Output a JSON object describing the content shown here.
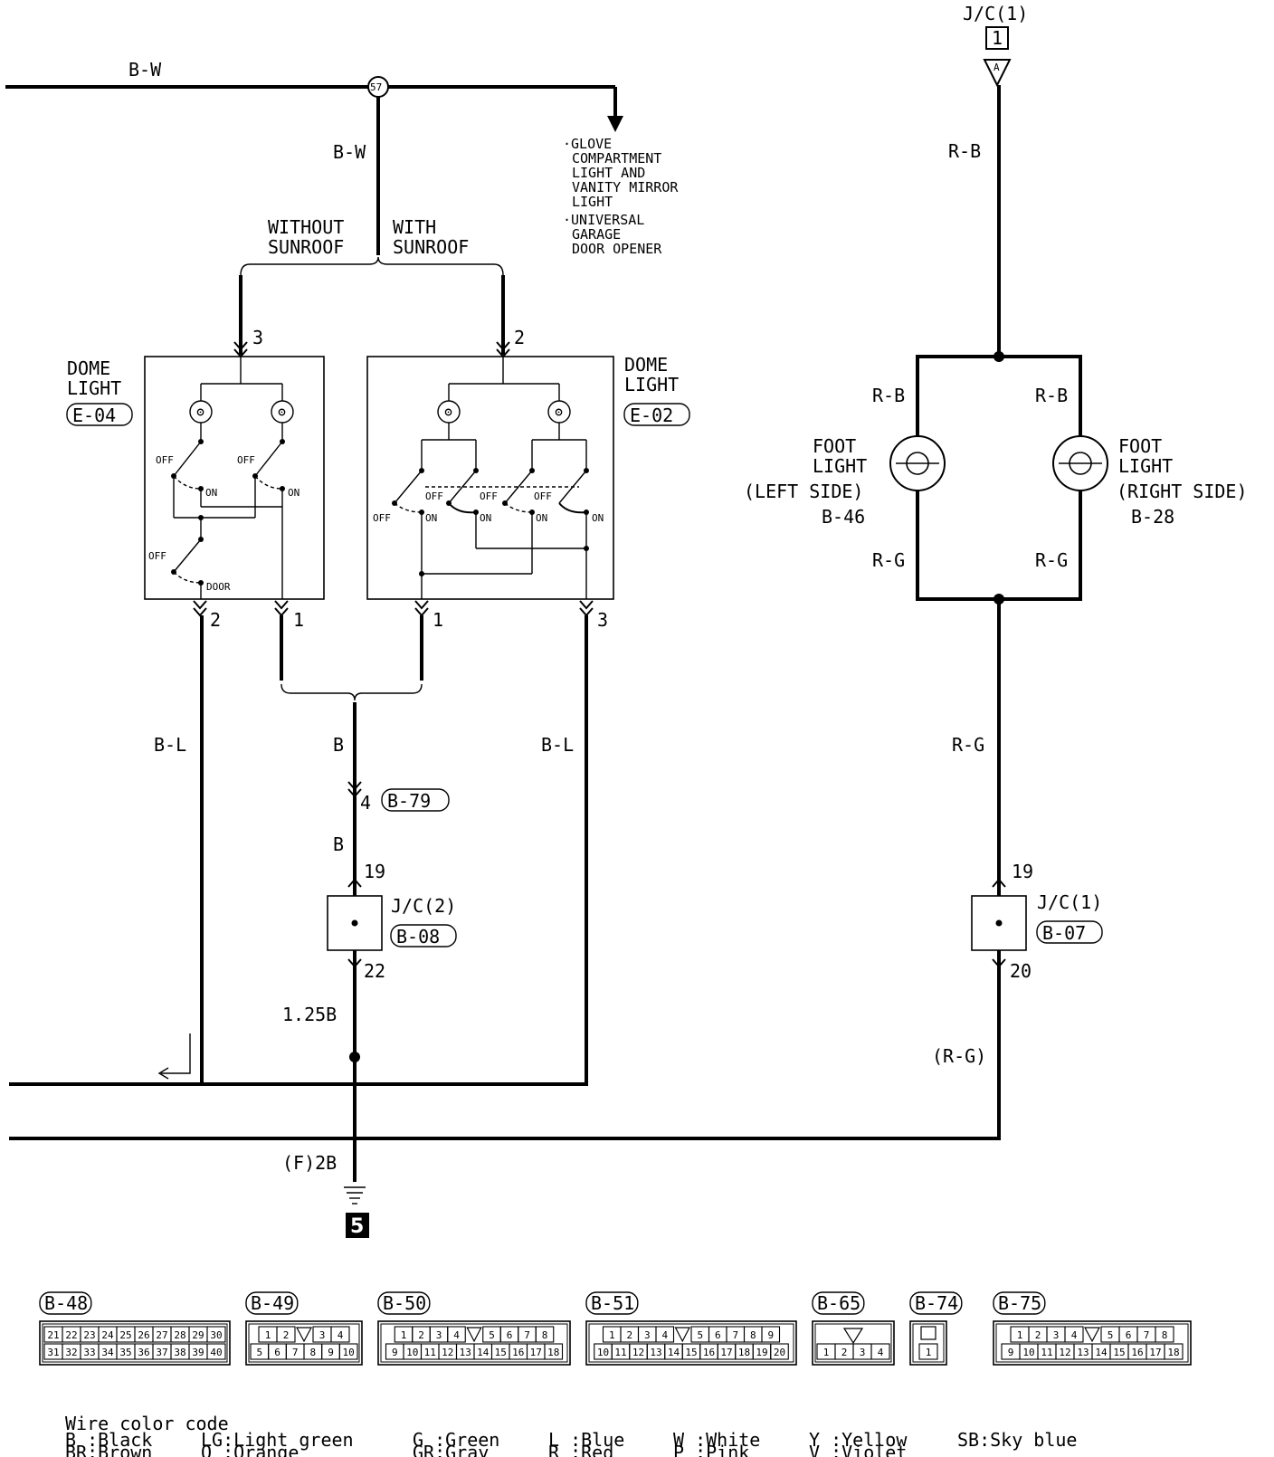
{
  "jc1_top": {
    "label": "J/C(1)",
    "number": "1",
    "connector": "A"
  },
  "wires": {
    "bw_main": "B-W",
    "bw_drop": "B-W",
    "rb_top": "R-B",
    "rb_left": "R-B",
    "rb_right": "R-B",
    "rg_left": "R-G",
    "rg_right": "R-G",
    "rg_mid": "R-G",
    "rg_low": "(R-G)",
    "bl_left": "B-L",
    "bl_right": "B-L",
    "b_upper": "B",
    "b_lower": "B",
    "b_125": "1.25B",
    "f_2b": "(F)2B"
  },
  "splice": "57",
  "branch_note": {
    "lines": [
      "·GLOVE",
      "COMPARTMENT",
      "LIGHT AND",
      "VANITY MIRROR",
      "LIGHT",
      "·UNIVERSAL",
      "GARAGE",
      "DOOR OPENER"
    ]
  },
  "variants": {
    "without": [
      "WITHOUT",
      "SUNROOF"
    ],
    "with": [
      "WITH",
      "SUNROOF"
    ]
  },
  "dome_left": {
    "title": [
      "DOME",
      "LIGHT"
    ],
    "code": "E-04",
    "pin_top": "3",
    "pin_bl": "2",
    "pin_br": "1",
    "labels": {
      "off": "OFF",
      "on": "ON",
      "door": "DOOR"
    }
  },
  "dome_right": {
    "title": [
      "DOME",
      "LIGHT"
    ],
    "code": "E-02",
    "pin_top": "2",
    "pin_bl": "1",
    "pin_br": "3",
    "labels": {
      "off": "OFF",
      "on": "ON"
    }
  },
  "foot_left": {
    "title": [
      "FOOT",
      "LIGHT"
    ],
    "side": "(LEFT SIDE)",
    "code": "B-46"
  },
  "foot_right": {
    "title": [
      "FOOT",
      "LIGHT"
    ],
    "side": "(RIGHT SIDE)",
    "code": "B-28"
  },
  "b79": {
    "pin": "4",
    "code": "B-79"
  },
  "jc2": {
    "label": "J/C(2)",
    "code": "B-08",
    "pin_in": "19",
    "pin_out": "22"
  },
  "jc1_low": {
    "label": "J/C(1)",
    "code": "B-07",
    "pin_in": "19",
    "pin_out": "20"
  },
  "ground": {
    "number": "5"
  },
  "connectors": [
    {
      "code": "B-48",
      "rows": [
        [
          "21",
          "22",
          "23",
          "24",
          "25",
          "26",
          "27",
          "28",
          "29",
          "30"
        ],
        [
          "31",
          "32",
          "33",
          "34",
          "35",
          "36",
          "37",
          "38",
          "39",
          "40"
        ]
      ]
    },
    {
      "code": "B-49",
      "rows": [
        [
          "1",
          "2",
          "",
          "3",
          "4"
        ],
        [
          "5",
          "6",
          "7",
          "8",
          "9",
          "10"
        ]
      ]
    },
    {
      "code": "B-50",
      "rows": [
        [
          "1",
          "2",
          "3",
          "4",
          "",
          "5",
          "6",
          "7",
          "8"
        ],
        [
          "9",
          "10",
          "11",
          "12",
          "13",
          "14",
          "15",
          "16",
          "17",
          "18"
        ]
      ]
    },
    {
      "code": "B-51",
      "rows": [
        [
          "1",
          "2",
          "3",
          "4",
          "",
          "5",
          "6",
          "7",
          "8",
          "9"
        ],
        [
          "10",
          "11",
          "12",
          "13",
          "14",
          "15",
          "16",
          "17",
          "18",
          "19",
          "20"
        ]
      ]
    },
    {
      "code": "B-65",
      "rows": [
        [],
        [
          "1",
          "2",
          "3",
          "4"
        ]
      ]
    },
    {
      "code": "B-74",
      "rows": [
        [],
        [
          "1"
        ]
      ]
    },
    {
      "code": "B-75",
      "rows": [
        [
          "1",
          "2",
          "3",
          "4",
          "",
          "5",
          "6",
          "7",
          "8"
        ],
        [
          "9",
          "10",
          "11",
          "12",
          "13",
          "14",
          "15",
          "16",
          "17",
          "18"
        ]
      ]
    }
  ],
  "legend": {
    "title": "Wire color code",
    "items": [
      [
        "B :Black",
        "BR:Brown"
      ],
      [
        "LG:Light green",
        "O :Orange"
      ],
      [
        "G :Green",
        "GR:Gray"
      ],
      [
        "L :Blue",
        "R :Red"
      ],
      [
        "W :White",
        "P :Pink"
      ],
      [
        "Y :Yellow",
        "V :Violet"
      ],
      [
        "SB:Sky blue"
      ]
    ]
  }
}
